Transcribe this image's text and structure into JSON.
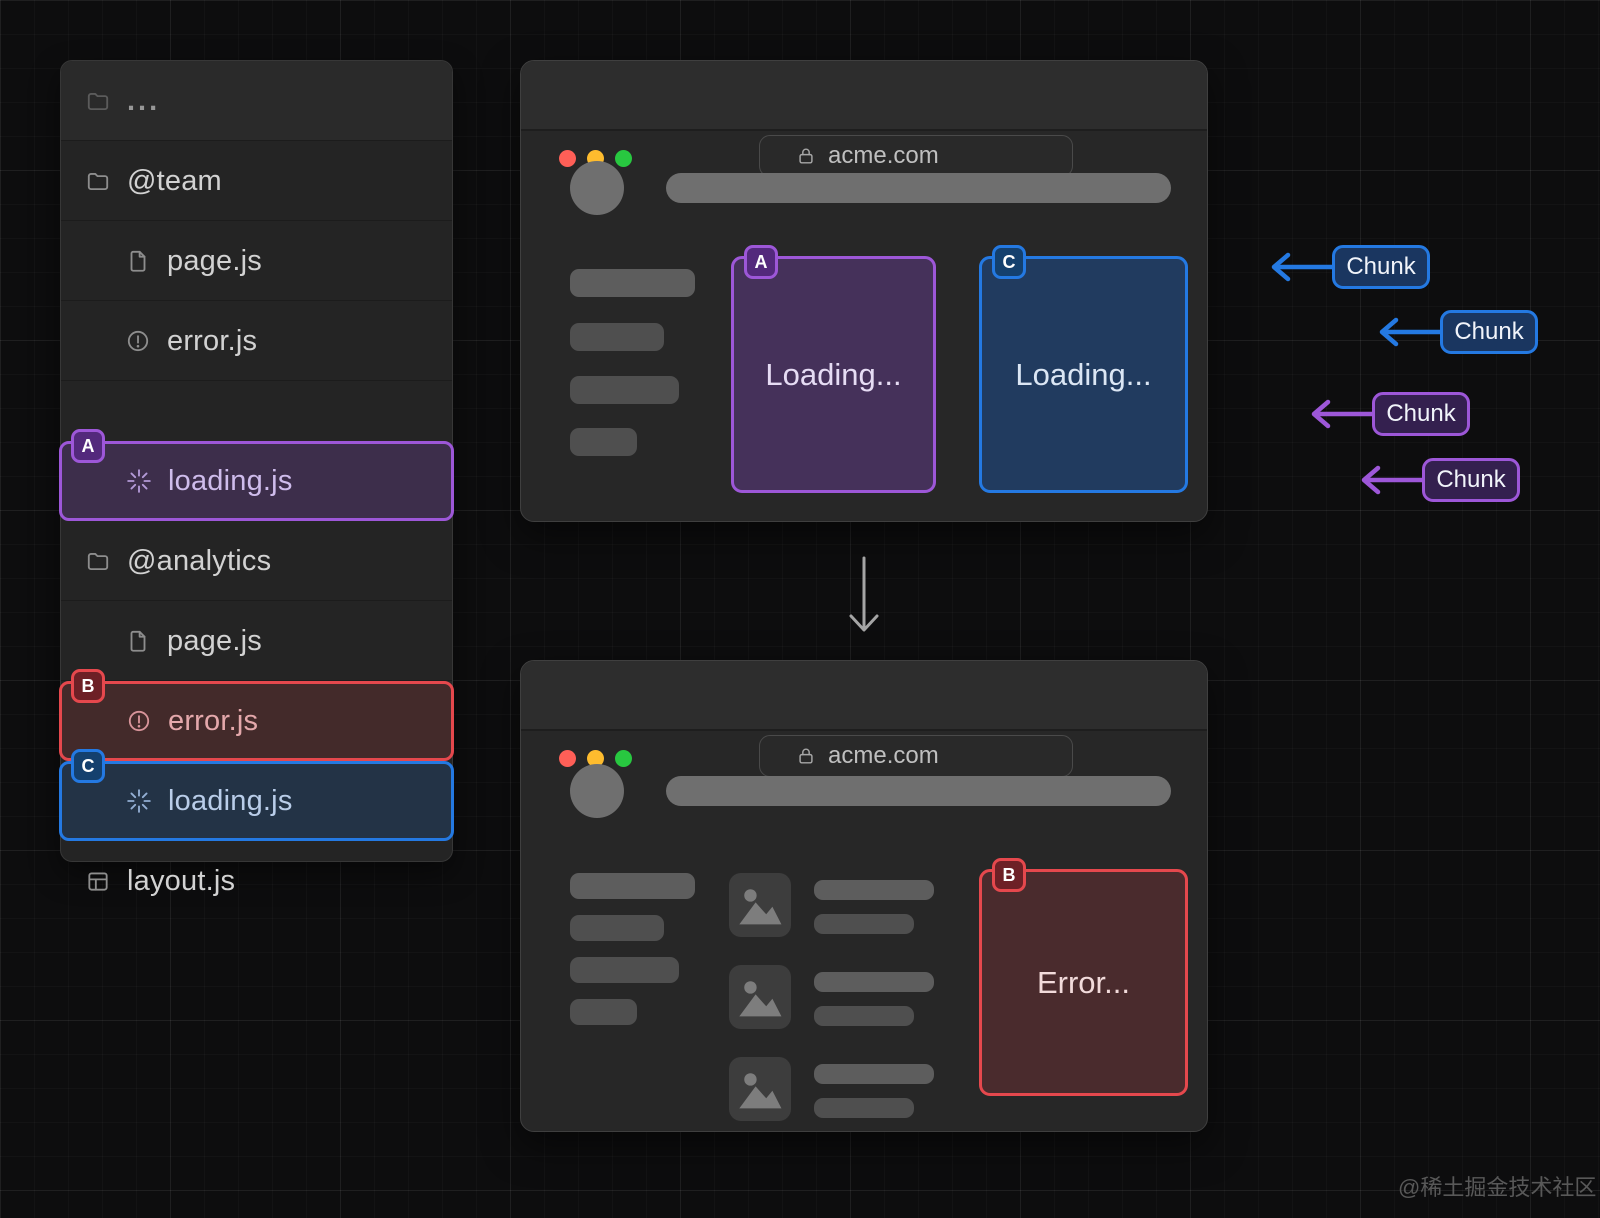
{
  "file_tree": {
    "items": [
      {
        "label": "...",
        "icon": "folder"
      },
      {
        "label": "@team",
        "icon": "folder"
      },
      {
        "label": "page.js",
        "icon": "file"
      },
      {
        "label": "error.js",
        "icon": "alert-circle"
      },
      {
        "label": "loading.js",
        "icon": "spinner",
        "badge": "A",
        "highlight": "purple"
      },
      {
        "label": "@analytics",
        "icon": "folder"
      },
      {
        "label": "page.js",
        "icon": "file"
      },
      {
        "label": "error.js",
        "icon": "alert-circle",
        "badge": "B",
        "highlight": "red"
      },
      {
        "label": "loading.js",
        "icon": "spinner",
        "badge": "C",
        "highlight": "blue"
      },
      {
        "label": "layout.js",
        "icon": "layout"
      }
    ]
  },
  "browser_top": {
    "url": "acme.com",
    "slot_a": {
      "badge": "A",
      "label": "Loading..."
    },
    "slot_c": {
      "badge": "C",
      "label": "Loading..."
    }
  },
  "browser_bottom": {
    "url": "acme.com",
    "slot_b": {
      "badge": "B",
      "label": "Error..."
    }
  },
  "chunks": [
    {
      "label": "Chunk",
      "color": "blue"
    },
    {
      "label": "Chunk",
      "color": "blue"
    },
    {
      "label": "Chunk",
      "color": "purple"
    },
    {
      "label": "Chunk",
      "color": "purple"
    }
  ],
  "watermark": "@稀土掘金技术社区",
  "colors": {
    "purple": "#9d57d8",
    "blue": "#2479e2",
    "red": "#e5484d",
    "traffic-red": "#ff5f57",
    "traffic-yellow": "#febc2e",
    "traffic-green": "#28c840"
  }
}
